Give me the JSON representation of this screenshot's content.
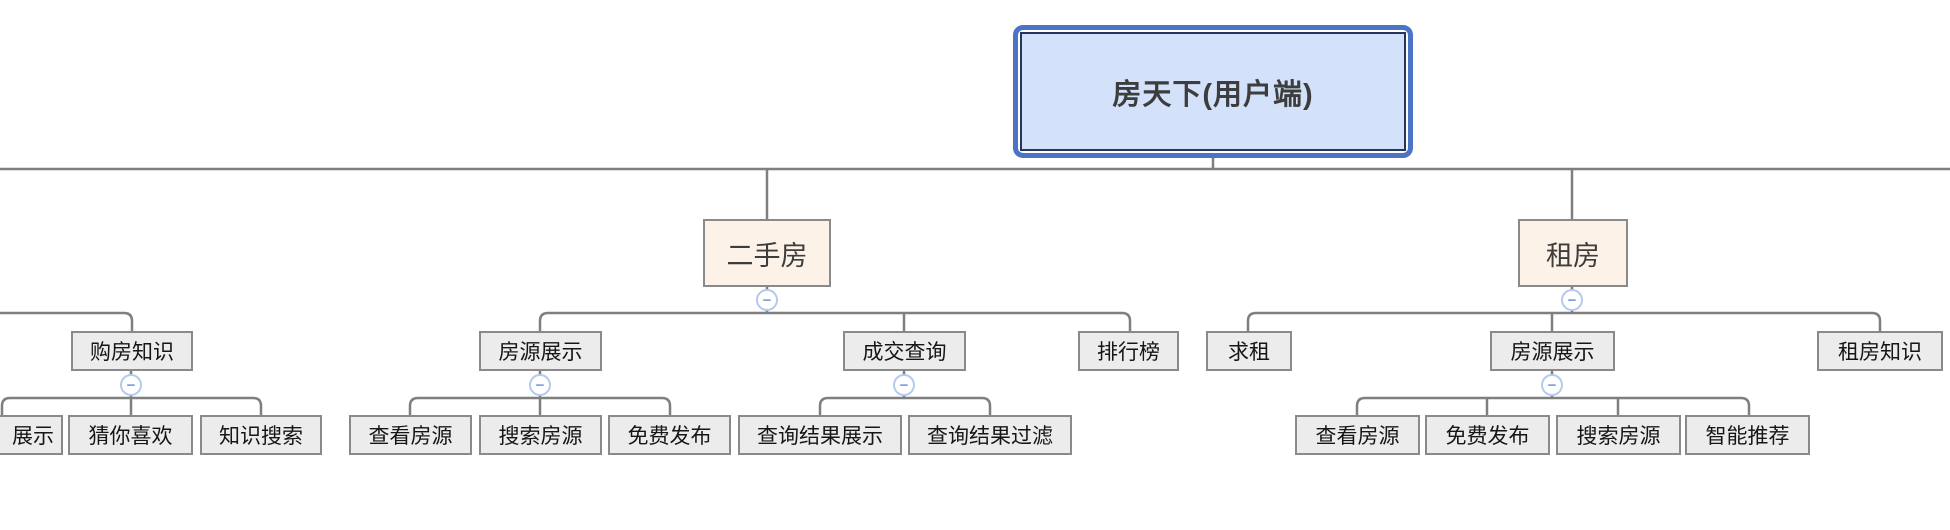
{
  "ui": {
    "collapse_glyph": "−"
  },
  "colors": {
    "root_fill": "#d3e2fa",
    "root_outer_border": "#4b74c6",
    "root_inner_border": "#26355e",
    "branch_fill": "#fdf2e7",
    "node_fill": "#ececec",
    "node_border": "#8a8a8a",
    "line": "#7f7f7f",
    "collapse_ring": "#b3c9ee",
    "collapse_glyph_color": "#7d9ed8"
  },
  "nodes": {
    "root": "房天下(用户端)",
    "secondhand": "二手房",
    "rent": "租房",
    "buy_knowledge": "购房知识",
    "display_cut": "展示",
    "guess_you_like": "猜你喜欢",
    "knowledge_search": "知识搜索",
    "sh_listing_display": "房源展示",
    "sh_view_listing": "查看房源",
    "sh_search_listing": "搜索房源",
    "sh_free_publish": "免费发布",
    "deal_query": "成交查询",
    "query_result_display": "查询结果展示",
    "query_result_filter": "查询结果过滤",
    "ranking": "排行榜",
    "seek_rent": "求租",
    "rent_listing_display": "房源展示",
    "rent_view_listing": "查看房源",
    "rent_free_publish": "免费发布",
    "rent_search_listing": "搜索房源",
    "smart_recommend": "智能推荐",
    "rent_knowledge": "租房知识"
  }
}
